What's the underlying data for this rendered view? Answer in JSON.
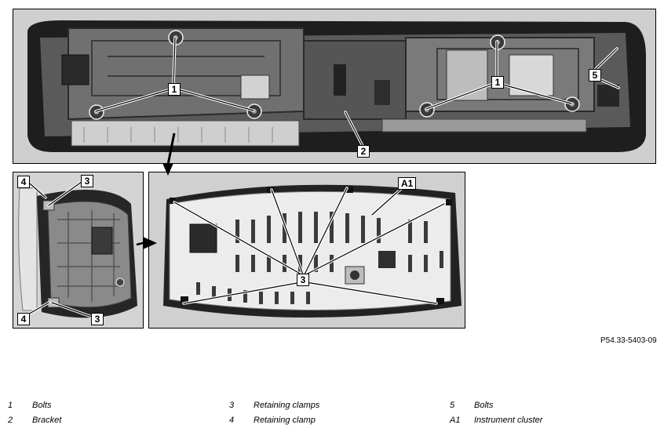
{
  "callouts": {
    "c1a": "1",
    "c1b": "1",
    "c2": "2",
    "c5": "5",
    "c4a": "4",
    "c3a": "3",
    "c4b": "4",
    "c3b": "3",
    "cA1": "A1",
    "c3c": "3"
  },
  "reference_code": "P54.33-5403-09",
  "legend": [
    {
      "num": "1",
      "label": "Bolts"
    },
    {
      "num": "2",
      "label": "Bracket"
    },
    {
      "num": "3",
      "label": "Retaining clamps"
    },
    {
      "num": "4",
      "label": "Retaining clamp"
    },
    {
      "num": "5",
      "label": "Bolts"
    },
    {
      "num": "A1",
      "label": "Instrument cluster"
    }
  ]
}
